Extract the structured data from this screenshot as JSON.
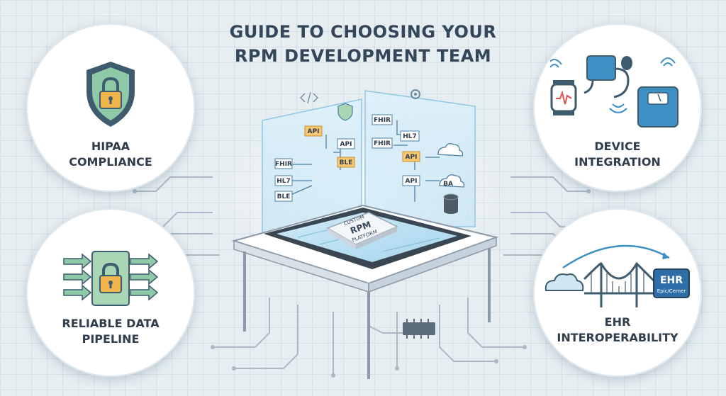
{
  "title": {
    "line1": "GUIDE TO CHOOSING YOUR",
    "line2": "RPM DEVELOPMENT TEAM"
  },
  "features": {
    "hipaa": {
      "line1": "HIPAA",
      "line2": "COMPLIANCE"
    },
    "pipeline": {
      "line1": "RELIABLE DATA",
      "line2": "PIPELINE"
    },
    "device": {
      "line1": "DEVICE",
      "line2": "INTEGRATION"
    },
    "ehr": {
      "line1": "EHR",
      "line2": "INTEROPERABILITY",
      "badge_title": "EHR",
      "badge_sub": "Epic/Cerner"
    }
  },
  "platform": {
    "line1": "CUSTOM",
    "line2": "RPM",
    "line3": "PLATFORM"
  },
  "flow": {
    "left": [
      "FHIR",
      "HL7",
      "BLE"
    ],
    "left_mid": [
      "API",
      "API",
      "BLE"
    ],
    "right": [
      "FHIR",
      "FHIR",
      "HL7",
      "API",
      "API",
      "BA"
    ]
  },
  "colors": {
    "accent_blue": "#3d8fc4",
    "shield_green": "#8ec9a8",
    "lock_gold": "#f2b44c",
    "ehr_blue": "#2f6fa8"
  }
}
